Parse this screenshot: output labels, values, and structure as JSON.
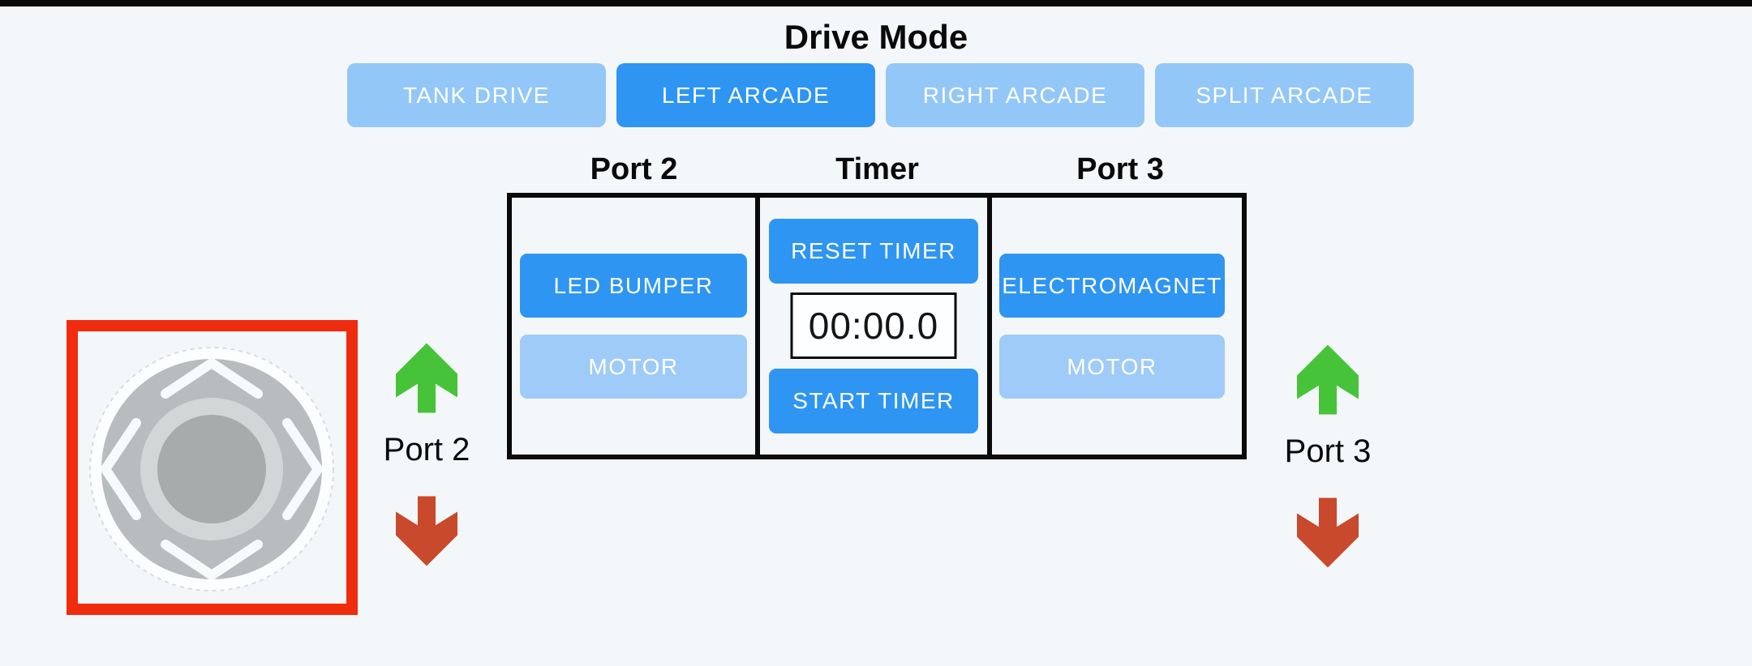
{
  "title": "Drive Mode",
  "drive_modes": {
    "items": [
      {
        "label": "TANK DRIVE",
        "active": false
      },
      {
        "label": "LEFT ARCADE",
        "active": true
      },
      {
        "label": "RIGHT ARCADE",
        "active": false
      },
      {
        "label": "SPLIT ARCADE",
        "active": false
      }
    ]
  },
  "ports_panel": {
    "port2": {
      "header": "Port 2",
      "buttons": [
        {
          "label": "LED BUMPER",
          "state": "active"
        },
        {
          "label": "MOTOR",
          "state": "inactive"
        }
      ]
    },
    "timer": {
      "header": "Timer",
      "reset_button": "RESET TIMER",
      "display_value": "00:00.0",
      "start_button": "START TIMER"
    },
    "port3": {
      "header": "Port 3",
      "buttons": [
        {
          "label": "ELECTROMAGNET",
          "state": "active"
        },
        {
          "label": "MOTOR",
          "state": "inactive"
        }
      ]
    }
  },
  "joystick": {
    "icons": [
      "chevron-up-icon",
      "chevron-down-icon",
      "chevron-left-icon",
      "chevron-right-icon"
    ],
    "highlighted": true
  },
  "side_controls": {
    "left": {
      "label": "Port 2",
      "up_icon": "green-up-arrow-icon",
      "down_icon": "red-down-arrow-icon"
    },
    "right": {
      "label": "Port 3",
      "up_icon": "green-up-arrow-icon",
      "down_icon": "red-down-arrow-icon"
    }
  },
  "colors": {
    "background": "#f4f7f9",
    "top_bar": "#0a0a0a",
    "button_active_blue": "#2e95f3",
    "mode_button_inactive_blue": "#93c7f8",
    "panel_button_inactive_blue": "#9fcbf8",
    "button_text": "#ffffff",
    "panel_border": "#0a0a0a",
    "joystick_highlight_red": "#f02c0e",
    "arrow_up_green": "#47c33a",
    "arrow_down_red": "#c8492b",
    "joystick_base_gray": "#b9bcbe",
    "joystick_ring_gray": "#d3d6d7",
    "joystick_knob_gray": "#a8abac"
  }
}
